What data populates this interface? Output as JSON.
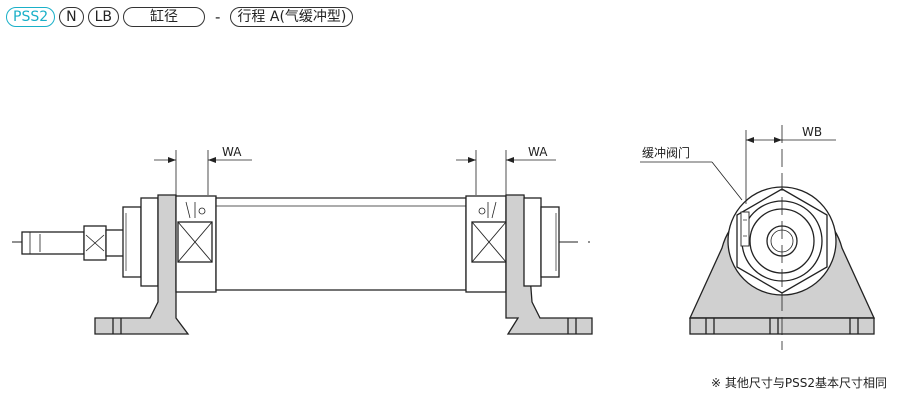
{
  "header": {
    "series": "PSS2",
    "option_n": "N",
    "option_lb": "LB",
    "bore": "缸径",
    "separator": "-",
    "stroke": "行程 A(气缓冲型)"
  },
  "dimensions": {
    "wa_left": "WA",
    "wa_right": "WA",
    "wb": "WB"
  },
  "callouts": {
    "cushion_valve": "缓冲阀门"
  },
  "footnote": "※ 其他尺寸与PSS2基本尺寸相同",
  "colors": {
    "accent": "#1ab0c8",
    "bracket_fill": "#d0d0d0",
    "line": "#222222"
  }
}
